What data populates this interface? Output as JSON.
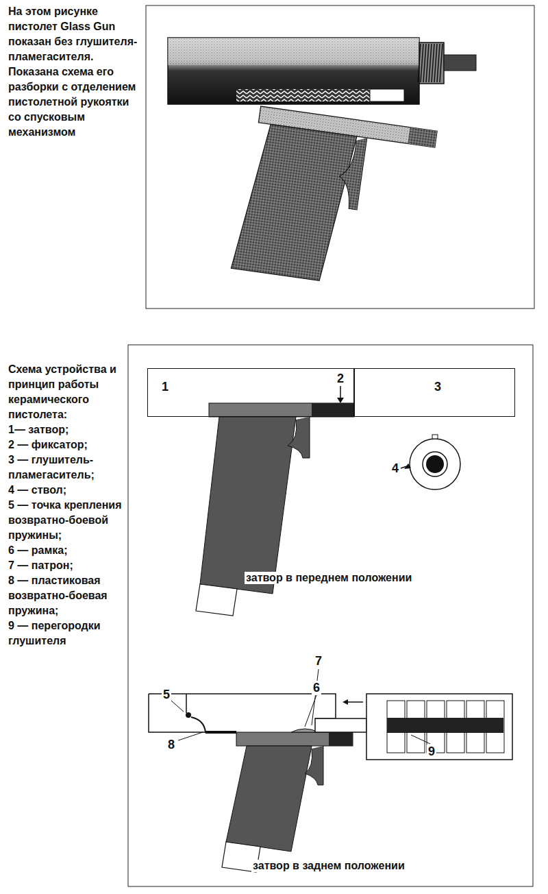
{
  "diagram": {
    "nodes": [
      {
        "text": [
          "1"
        ]
      },
      {
        "text": [
          "3"
        ]
      }
    ],
    "labels": [
      "На этом рисунке пистолет Glass Gun показан без глушителя-пламегасителя. Показана схема его разборки с отделением пистолетной рукоятки со спусковым механизмом",
      "Схема устройства и принцип работы керамического пистолета:",
      "1— затвор;",
      "2 — фиксатор;",
      "3 — глушитель-пламегаситель;",
      "4 — ствол;",
      "5 — точка крепления возвратно-боевой пружины;",
      "6 — рамка;",
      "7 — патрон;",
      "8 — пластиковая возвратно-боевая пружина;",
      "9 — перегородки глушителя",
      "2",
      "4",
      "затвор в переднем положении",
      "5",
      "7",
      "6",
      "8",
      "9",
      "затвор в заднем положении"
    ]
  }
}
